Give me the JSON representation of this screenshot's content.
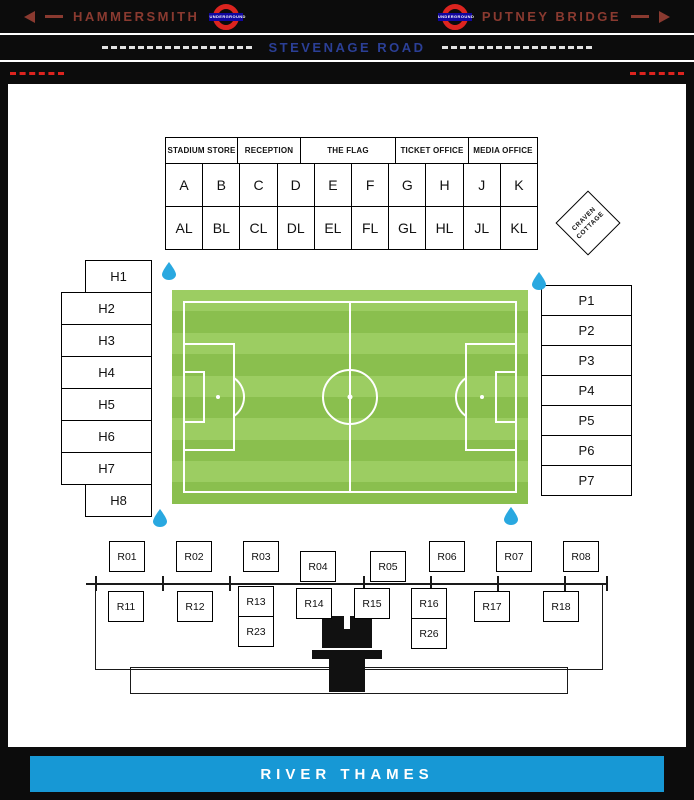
{
  "header": {
    "left_station": "HAMMERSMITH",
    "right_station": "PUTNEY BRIDGE",
    "roundel_text": "UNDERGROUND",
    "road_name": "STEVENAGE ROAD"
  },
  "facilities": [
    "STADIUM STORE",
    "RECEPTION",
    "THE FLAG",
    "TICKET OFFICE",
    "MEDIA OFFICE"
  ],
  "stands": {
    "hammersmith_upper": [
      "A",
      "B",
      "C",
      "D",
      "E",
      "F",
      "G",
      "H",
      "J",
      "K"
    ],
    "hammersmith_lower": [
      "AL",
      "BL",
      "CL",
      "DL",
      "EL",
      "FL",
      "GL",
      "HL",
      "JL",
      "KL"
    ],
    "west_blocks": [
      "H1",
      "H2",
      "H3",
      "H4",
      "H5",
      "H6",
      "H7",
      "H8"
    ],
    "east_blocks": [
      "P1",
      "P2",
      "P3",
      "P4",
      "P5",
      "P6",
      "P7"
    ],
    "riverside_upper": [
      "R01",
      "R02",
      "R03",
      "R04",
      "R05",
      "R06",
      "R07",
      "R08"
    ],
    "riverside_lower": [
      "R11",
      "R12",
      "R13",
      "R14",
      "R15",
      "R16",
      "R17",
      "R18"
    ],
    "riverside_extra": [
      "R23",
      "R26"
    ]
  },
  "cottage": {
    "line1": "CRAVEN",
    "line2": "COTTAGE"
  },
  "river_label": "RIVER THAMES",
  "colors": {
    "roundel_red": "#dc241f",
    "roundel_blue": "#10069f",
    "station_text": "#8a3a30",
    "road_text": "#2b3f96",
    "river_blue": "#1798d5",
    "pitch_green_light": "#9ccd62",
    "pitch_green_dark": "#8abf4e",
    "drop_blue": "#29a8e0"
  }
}
